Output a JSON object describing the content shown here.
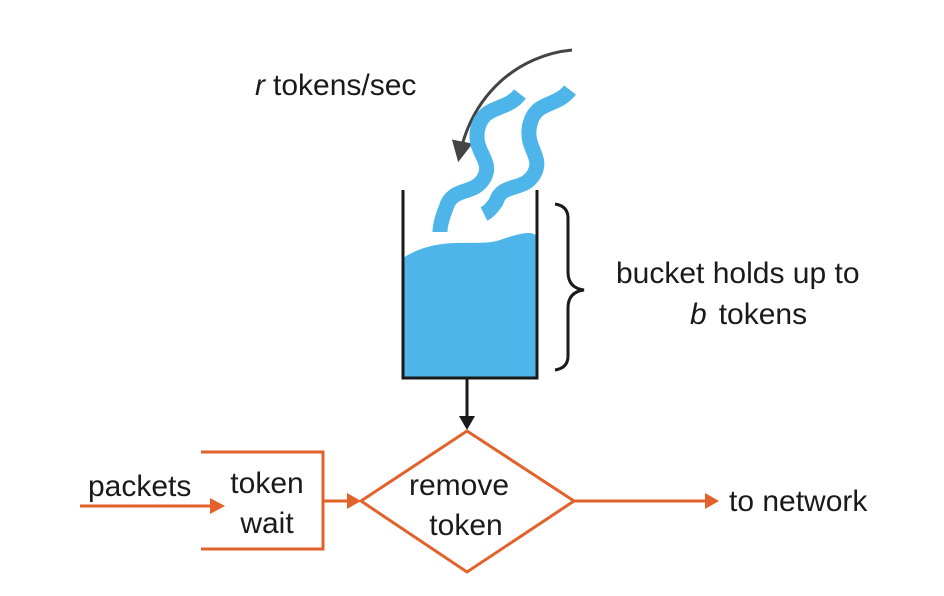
{
  "rate_label": {
    "var": "r",
    "text": "tokens/sec"
  },
  "bucket_label": {
    "line1": "bucket holds up to",
    "var": "b",
    "line2_text": "tokens"
  },
  "packets_label": "packets",
  "queue_label": {
    "line1": "token",
    "line2": "wait"
  },
  "decision_label": {
    "line1": "remove",
    "line2": "token"
  },
  "output_label": "to network",
  "colors": {
    "token_blue": "#4db5ea",
    "flow_orange": "#e2622b",
    "line_black": "#1a1a1a",
    "arrow_gray": "#444444"
  },
  "icons": [
    "curved-arrow-icon",
    "token-wave-icon"
  ]
}
